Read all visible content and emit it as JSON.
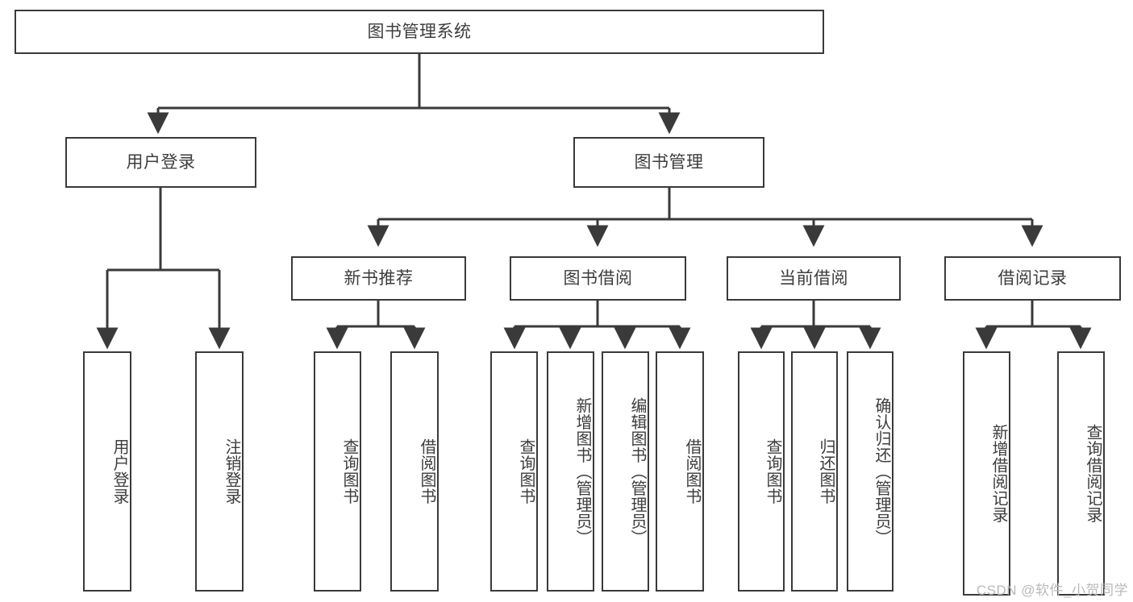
{
  "diagram": {
    "title": "图书管理系统",
    "colors": {
      "stroke": "#3a3a3a",
      "text": "#3d3d3d",
      "background": "#ffffff",
      "watermark": "#b9b9b9"
    },
    "root": {
      "label": "图书管理系统"
    },
    "level2": [
      {
        "label": "用户登录"
      },
      {
        "label": "图书管理"
      }
    ],
    "level3": [
      {
        "label": "新书推荐"
      },
      {
        "label": "图书借阅"
      },
      {
        "label": "当前借阅"
      },
      {
        "label": "借阅记录"
      }
    ],
    "leaves": {
      "user_login": [
        {
          "label": "用户登录"
        },
        {
          "label": "注销登录"
        }
      ],
      "new_book_recommend": [
        {
          "label": "查询图书"
        },
        {
          "label": "借阅图书"
        }
      ],
      "book_borrow": [
        {
          "label": "查询图书"
        },
        {
          "label": "新增图书（管理员）"
        },
        {
          "label": "编辑图书（管理员）"
        },
        {
          "label": "借阅图书"
        }
      ],
      "current_borrow": [
        {
          "label": "查询图书"
        },
        {
          "label": "归还图书"
        },
        {
          "label": "确认归还（管理员）"
        }
      ],
      "borrow_record": [
        {
          "label": "新增借阅记录"
        },
        {
          "label": "查询借阅记录"
        }
      ]
    },
    "watermark": "CSDN @软件_小贺同学"
  }
}
